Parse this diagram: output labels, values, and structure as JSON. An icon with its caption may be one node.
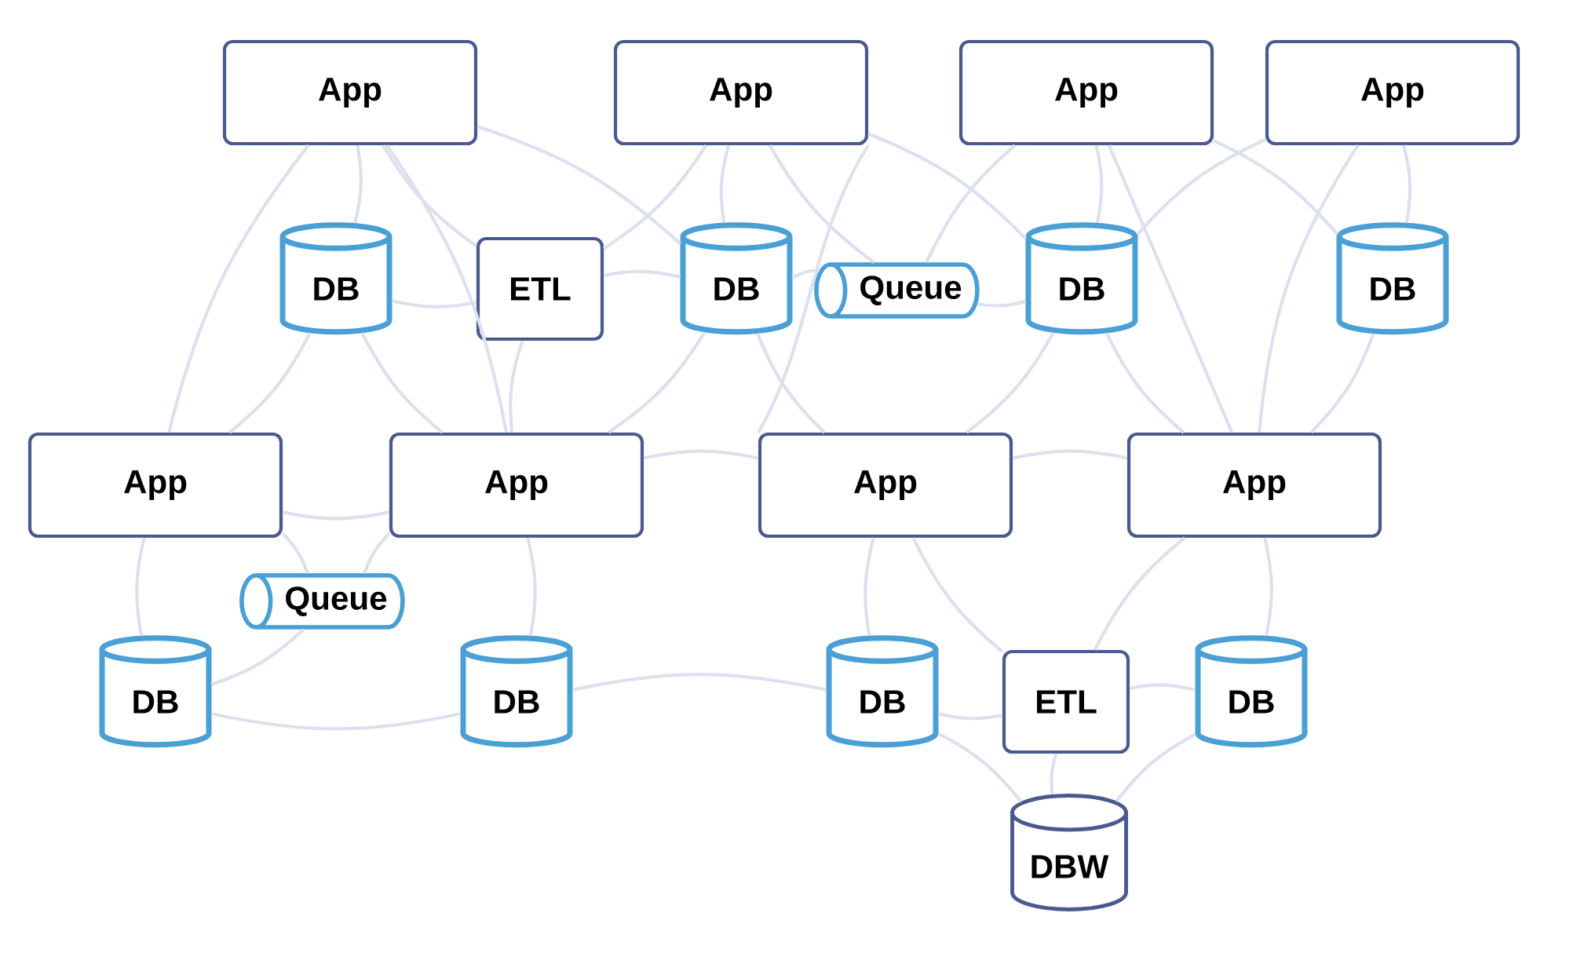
{
  "diagram": {
    "nodes": [
      {
        "text": [
          "App"
        ]
      },
      {
        "text": [
          "App"
        ]
      },
      {
        "text": [
          "App"
        ]
      },
      {
        "text": [
          "App"
        ]
      },
      {
        "text": [
          "DB"
        ]
      },
      {
        "text": [
          "ETL"
        ]
      },
      {
        "text": [
          "DB"
        ]
      },
      {
        "text": [
          "Queue"
        ]
      },
      {
        "text": [
          "DB"
        ]
      },
      {
        "text": [
          "DB"
        ]
      },
      {
        "text": [
          "App"
        ]
      },
      {
        "text": [
          "App"
        ]
      },
      {
        "text": [
          "App"
        ]
      },
      {
        "text": [
          "App"
        ]
      },
      {
        "text": [
          "Queue"
        ]
      },
      {
        "text": [
          "DB"
        ]
      },
      {
        "text": [
          "DB"
        ]
      },
      {
        "text": [
          "DB"
        ]
      },
      {
        "text": [
          "ETL"
        ]
      },
      {
        "text": [
          "DB"
        ]
      },
      {
        "text": [
          "DBW"
        ]
      }
    ],
    "edges": [
      {
        "from": 0,
        "to": 4,
        "arrow": "none"
      },
      {
        "from": 0,
        "to": 5,
        "arrow": "none"
      },
      {
        "from": 0,
        "to": 6,
        "arrow": "none"
      },
      {
        "from": 0,
        "to": 10,
        "arrow": "none"
      },
      {
        "from": 0,
        "to": 11,
        "arrow": "none"
      },
      {
        "from": 1,
        "to": 6,
        "arrow": "none"
      },
      {
        "from": 1,
        "to": 5,
        "arrow": "none"
      },
      {
        "from": 1,
        "to": 7,
        "arrow": "none"
      },
      {
        "from": 1,
        "to": 8,
        "arrow": "none"
      },
      {
        "from": 1,
        "to": 12,
        "arrow": "none"
      },
      {
        "from": 2,
        "to": 8,
        "arrow": "none"
      },
      {
        "from": 2,
        "to": 7,
        "arrow": "none"
      },
      {
        "from": 2,
        "to": 9,
        "arrow": "none"
      },
      {
        "from": 2,
        "to": 13,
        "arrow": "none"
      },
      {
        "from": 3,
        "to": 9,
        "arrow": "none"
      },
      {
        "from": 3,
        "to": 8,
        "arrow": "none"
      },
      {
        "from": 3,
        "to": 13,
        "arrow": "none"
      },
      {
        "from": 4,
        "to": 5,
        "arrow": "none"
      },
      {
        "from": 4,
        "to": 10,
        "arrow": "none"
      },
      {
        "from": 4,
        "to": 11,
        "arrow": "none"
      },
      {
        "from": 5,
        "to": 6,
        "arrow": "none"
      },
      {
        "from": 5,
        "to": 11,
        "arrow": "none"
      },
      {
        "from": 6,
        "to": 7,
        "arrow": "none"
      },
      {
        "from": 7,
        "to": 8,
        "arrow": "none"
      },
      {
        "from": 6,
        "to": 11,
        "arrow": "none"
      },
      {
        "from": 6,
        "to": 12,
        "arrow": "none"
      },
      {
        "from": 8,
        "to": 12,
        "arrow": "none"
      },
      {
        "from": 8,
        "to": 13,
        "arrow": "none"
      },
      {
        "from": 9,
        "to": 13,
        "arrow": "none"
      },
      {
        "from": 10,
        "to": 15,
        "arrow": "none"
      },
      {
        "from": 10,
        "to": 14,
        "arrow": "none"
      },
      {
        "from": 10,
        "to": 11,
        "arrow": "none"
      },
      {
        "from": 11,
        "to": 16,
        "arrow": "none"
      },
      {
        "from": 11,
        "to": 14,
        "arrow": "none"
      },
      {
        "from": 11,
        "to": 12,
        "arrow": "none"
      },
      {
        "from": 12,
        "to": 17,
        "arrow": "none"
      },
      {
        "from": 12,
        "to": 13,
        "arrow": "none"
      },
      {
        "from": 12,
        "to": 18,
        "arrow": "none"
      },
      {
        "from": 13,
        "to": 19,
        "arrow": "none"
      },
      {
        "from": 13,
        "to": 18,
        "arrow": "none"
      },
      {
        "from": 14,
        "to": 15,
        "arrow": "none"
      },
      {
        "from": 15,
        "to": 16,
        "arrow": "none"
      },
      {
        "from": 16,
        "to": 17,
        "arrow": "none"
      },
      {
        "from": 17,
        "to": 18,
        "arrow": "none"
      },
      {
        "from": 18,
        "to": 19,
        "arrow": "none"
      },
      {
        "from": 18,
        "to": 20,
        "arrow": "none"
      },
      {
        "from": 17,
        "to": 20,
        "arrow": "none"
      },
      {
        "from": 19,
        "to": 20,
        "arrow": "none"
      }
    ]
  }
}
